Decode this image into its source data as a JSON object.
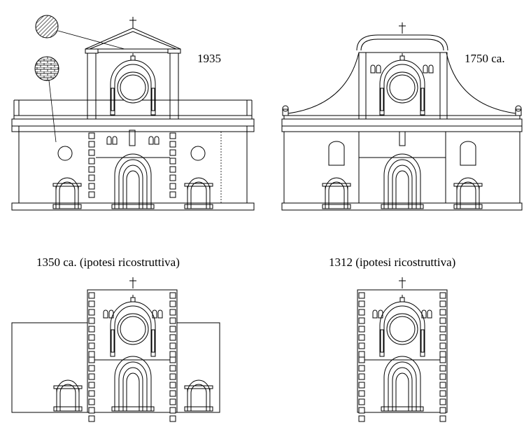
{
  "panels": [
    {
      "id": "p1935",
      "label": "1935"
    },
    {
      "id": "p1750",
      "label": "1750 ca."
    },
    {
      "id": "p1350",
      "label": "1350 ca. (ipotesi ricostruttiva)"
    },
    {
      "id": "p1312",
      "label": "1312 (ipotesi ricostruttiva)"
    }
  ],
  "colors": {
    "line": "#000000",
    "background": "#ffffff"
  },
  "legend_icons": [
    "hatched-circle-icon",
    "brick-circle-icon"
  ]
}
